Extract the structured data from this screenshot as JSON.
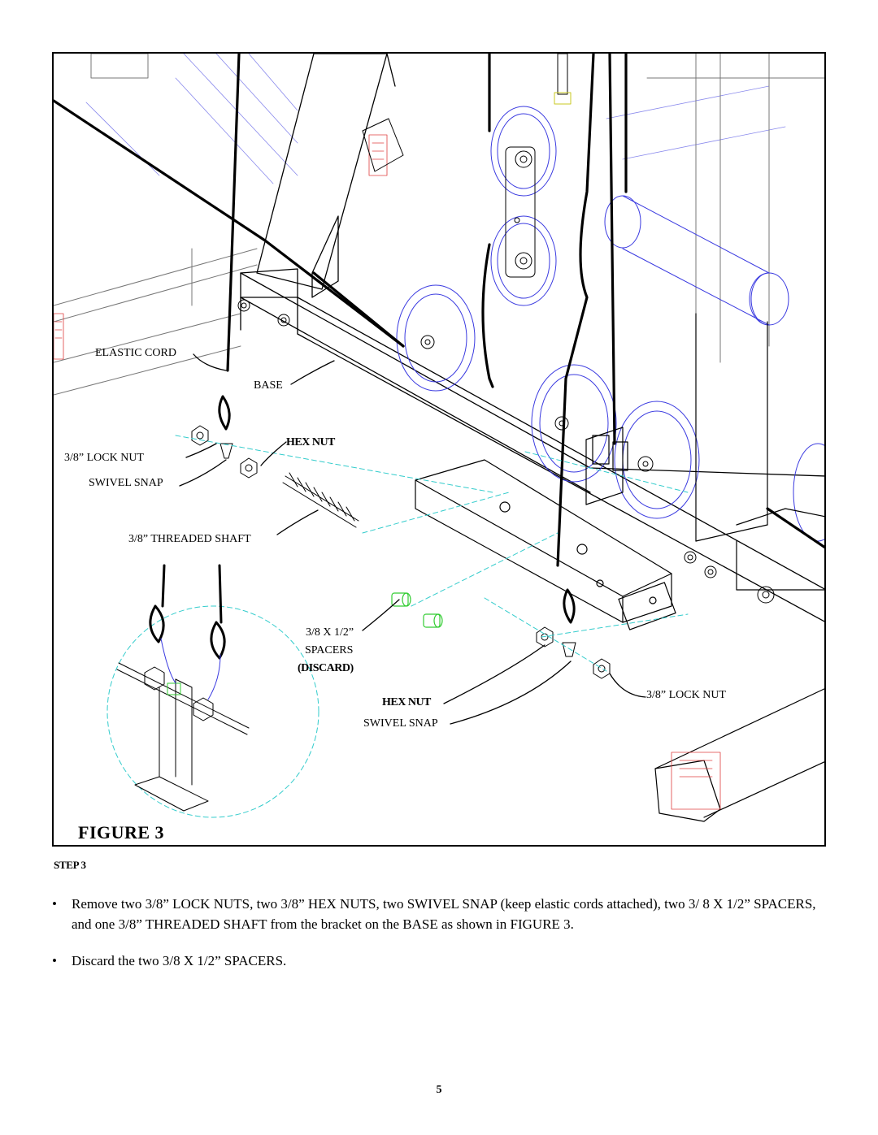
{
  "figure": {
    "title": "FIGURE 3",
    "labels": {
      "elastic_cord": "ELASTIC CORD",
      "base": "BASE",
      "hex_nut_left": "HEX NUT",
      "lock_nut_left": "3/8” LOCK NUT",
      "swivel_snap_left": "SWIVEL SNAP",
      "threaded_shaft": "3/8” THREADED SHAFT",
      "spacers_size": "3/8 X 1/2”",
      "spacers": "SPACERS",
      "discard": "(DISCARD)",
      "hex_nut_right": "HEX NUT",
      "swivel_snap_right": "SWIVEL SNAP",
      "lock_nut_right": "3/8” LOCK NUT"
    }
  },
  "step": {
    "heading": "STEP 3",
    "bullets": [
      "Remove two 3/8” LOCK NUTS, two 3/8” HEX NUTS, two SWIVEL SNAP (keep elastic cords attached), two 3/ 8 X 1/2” SPACERS, and one 3/8” THREADED SHAFT from the bracket on the BASE as shown in FIGURE 3.",
      "Discard the  two 3/8 X 1/2” SPACERS."
    ]
  },
  "page_number": "5",
  "colors": {
    "line": "#000000",
    "blue_hidden": "#3a3ae0",
    "cyan_guides": "#33cccc",
    "green_spacers": "#33cc33",
    "red_endcaps": "#e04040"
  }
}
